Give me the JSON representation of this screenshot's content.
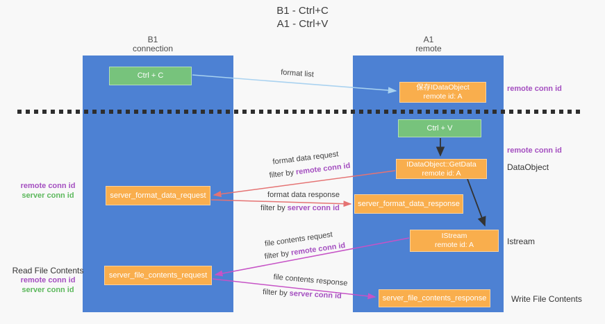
{
  "title": {
    "line1": "B1 - Ctrl+C",
    "line2": "A1 - Ctrl+V"
  },
  "columns": {
    "left": {
      "label": "B1",
      "sublabel": "connection"
    },
    "right": {
      "label": "A1",
      "sublabel": "remote"
    }
  },
  "nodes": {
    "ctrl_c": "Ctrl + C",
    "save_idataobject": {
      "line1": "保存IDataObject",
      "line2": "remote id: A"
    },
    "ctrl_v": "Ctrl + V",
    "getdata": {
      "line1": "IDataObject::GetData",
      "line2": "remote id: A"
    },
    "server_format_data_request": "server_format_data_request",
    "server_format_data_response": "server_format_data_response",
    "istream": {
      "line1": "IStream",
      "line2": "remote id: A"
    },
    "server_file_contents_request": "server_file_contents_request",
    "server_file_contents_response": "server_file_contents_response"
  },
  "flow_labels": {
    "format_list": "format list",
    "format_data_request": "format data request",
    "format_data_response": "format data response",
    "file_contents_request": "file contents request",
    "file_contents_response": "file contents response",
    "filter_by": "filter by",
    "remote_conn_id": "remote conn id",
    "server_conn_id": "server conn id"
  },
  "side_labels": {
    "right_remote_conn_id_1": "remote conn id",
    "right_remote_conn_id_2": "remote conn id",
    "dataobject": "DataObject",
    "istream": "Istream",
    "write_file_contents": "Write File Contents",
    "read_file_contents": "Read File Contents",
    "left_remote_conn_id_1": "remote conn id",
    "left_server_conn_id_1": "server conn id",
    "left_remote_conn_id_2": "remote conn id",
    "left_server_conn_id_2": "server conn id"
  },
  "colors": {
    "column_blue": "#4d81d3",
    "node_orange": "#f9ae4d",
    "node_green": "#77c37c",
    "purple_text": "#a44fc0",
    "green_text": "#5cb85c",
    "salmon_arrow": "#e57373",
    "magenta_arrow": "#c653c6",
    "light_blue_arrow": "#a9d2f0",
    "black_arrow": "#333333",
    "dashed_line": "#2e2e2e"
  }
}
